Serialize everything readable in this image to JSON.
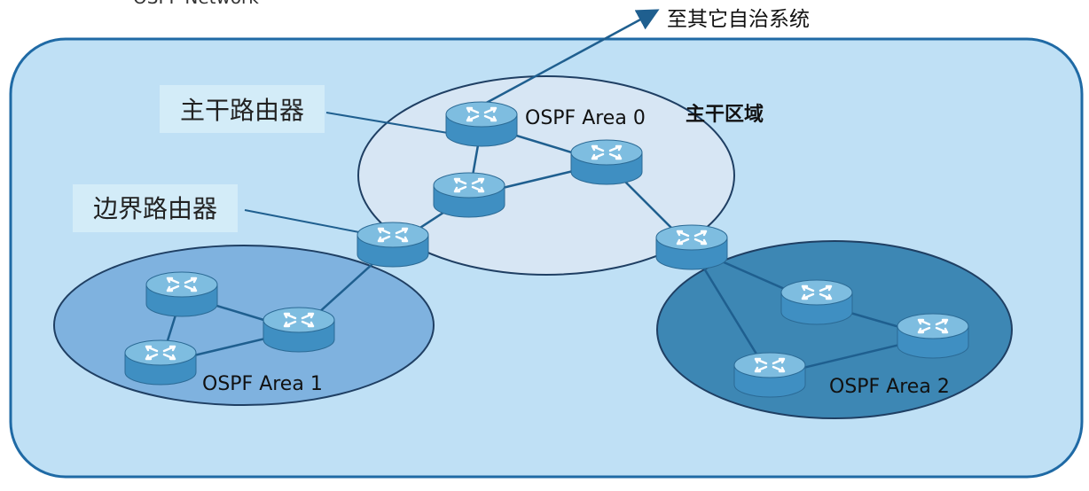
{
  "title_partial": "OSPF Network",
  "to_other_as": "至其它自治系统",
  "backbone_router_label": "主干路由器",
  "border_router_label": "边界路由器",
  "backbone_area_label": "主干区域",
  "areas": [
    {
      "id": "area0",
      "label": "OSPF Area 0"
    },
    {
      "id": "area1",
      "label": "OSPF Area 1"
    },
    {
      "id": "area2",
      "label": "OSPF Area 2"
    }
  ],
  "colors": {
    "as_fill": "#bfe0f5",
    "as_stroke": "#1f6aa5",
    "area0_fill": "#d7e6f4",
    "area1_fill": "#7fb2df",
    "area2_fill": "#3d87b4",
    "callout_fill": "#d3ecf8",
    "router_body": "#3f8fc2",
    "router_top": "#7ebde0",
    "link": "#1f5f8f"
  },
  "routers": [
    {
      "id": "r0a",
      "role": "backbone-router"
    },
    {
      "id": "r0b",
      "role": "router"
    },
    {
      "id": "r0c",
      "role": "router"
    },
    {
      "id": "rb1",
      "role": "area-border-router"
    },
    {
      "id": "rb2",
      "role": "area-border-router"
    },
    {
      "id": "r1a",
      "role": "router"
    },
    {
      "id": "r1b",
      "role": "router"
    },
    {
      "id": "r1c",
      "role": "router"
    },
    {
      "id": "r2a",
      "role": "router"
    },
    {
      "id": "r2b",
      "role": "router"
    },
    {
      "id": "r2c",
      "role": "router"
    }
  ],
  "links": [
    [
      "r0a",
      "r0b"
    ],
    [
      "r0a",
      "r0c"
    ],
    [
      "r0b",
      "r0c"
    ],
    [
      "r0b",
      "rb1"
    ],
    [
      "r0c",
      "rb2"
    ],
    [
      "rb1",
      "r1c"
    ],
    [
      "r1a",
      "r1c"
    ],
    [
      "r1a",
      "r1b"
    ],
    [
      "r1b",
      "r1c"
    ],
    [
      "rb2",
      "r2a"
    ],
    [
      "rb2",
      "r2b"
    ],
    [
      "r2a",
      "r2c"
    ],
    [
      "r2b",
      "r2c"
    ]
  ]
}
